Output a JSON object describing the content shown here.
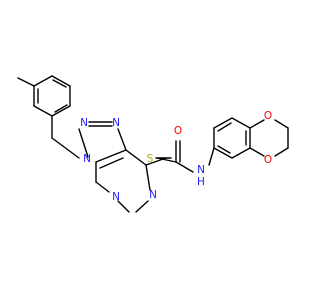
{
  "colors": {
    "bond": "#000000",
    "N": "#2020ff",
    "O": "#ff0000",
    "S": "#b3b300",
    "background": "#ffffff"
  },
  "atoms": {
    "triazole_n1": "N",
    "triazole_n2": "N",
    "triazole_n3": "N",
    "pyrimidine_n_upper": "N",
    "pyrimidine_n_lower": "N",
    "amide_n": "N",
    "amide_h": "H",
    "thioether_s": "S",
    "carbonyl_o": "O",
    "dioxane_o_top": "O",
    "dioxane_o_bottom": "O"
  }
}
